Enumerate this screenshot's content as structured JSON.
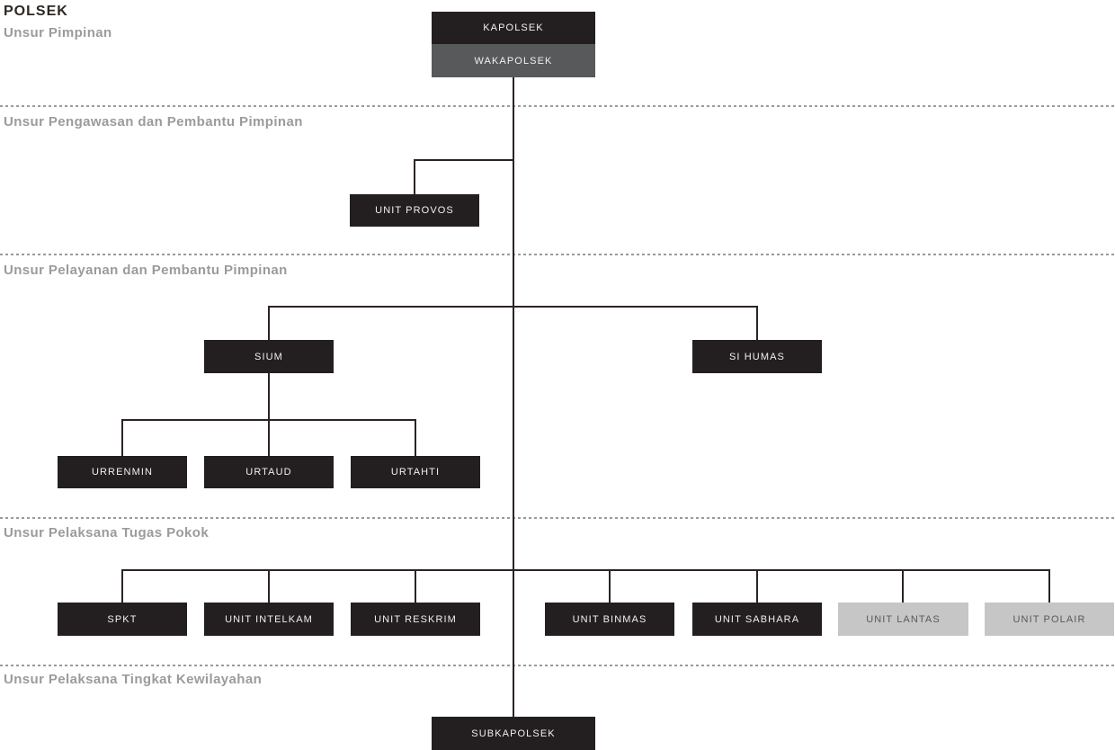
{
  "title": "POLSEK",
  "sections": [
    {
      "label": "Unsur Pimpinan"
    },
    {
      "label": "Unsur Pengawasan dan Pembantu Pimpinan"
    },
    {
      "label": "Unsur Pelayanan dan Pembantu Pimpinan"
    },
    {
      "label": "Unsur Pelaksana Tugas Pokok"
    },
    {
      "label": "Unsur Pelaksana Tingkat Kewilayahan"
    }
  ],
  "nodes": {
    "kapolsek": {
      "label": "KAPOLSEK",
      "variant": "dark"
    },
    "wakapolsek": {
      "label": "WAKAPOLSEK",
      "variant": "gray"
    },
    "unit_provos": {
      "label": "UNIT PROVOS",
      "variant": "dark"
    },
    "sium": {
      "label": "SIUM",
      "variant": "dark"
    },
    "si_humas": {
      "label": "SI HUMAS",
      "variant": "dark"
    },
    "urrenmin": {
      "label": "URRENMIN",
      "variant": "dark"
    },
    "urtaud": {
      "label": "URTAUD",
      "variant": "dark"
    },
    "urtahti": {
      "label": "URTAHTI",
      "variant": "dark"
    },
    "spkt": {
      "label": "SPKT",
      "variant": "dark"
    },
    "unit_intelkam": {
      "label": "UNIT INTELKAM",
      "variant": "dark"
    },
    "unit_reskrim": {
      "label": "UNIT RESKRIM",
      "variant": "dark"
    },
    "unit_binmas": {
      "label": "UNIT BINMAS",
      "variant": "dark"
    },
    "unit_sabhara": {
      "label": "UNIT SABHARA",
      "variant": "dark"
    },
    "unit_lantas": {
      "label": "UNIT LANTAS",
      "variant": "light"
    },
    "unit_polair": {
      "label": "UNIT POLAIR",
      "variant": "light"
    },
    "subkapolsek": {
      "label": "SUBKAPOLSEK",
      "variant": "dark"
    }
  },
  "colors": {
    "background": "#ffffff",
    "node_dark": "#231f20",
    "node_gray": "#58595b",
    "node_light": "#c6c6c7",
    "node_text_on_dark": "#f1f0ef",
    "node_text_on_light": "#58595b",
    "connector": "#2b2422",
    "divider": "#9a9a9a",
    "section_heading": "#9b9b9b",
    "title": "#2d2723"
  }
}
